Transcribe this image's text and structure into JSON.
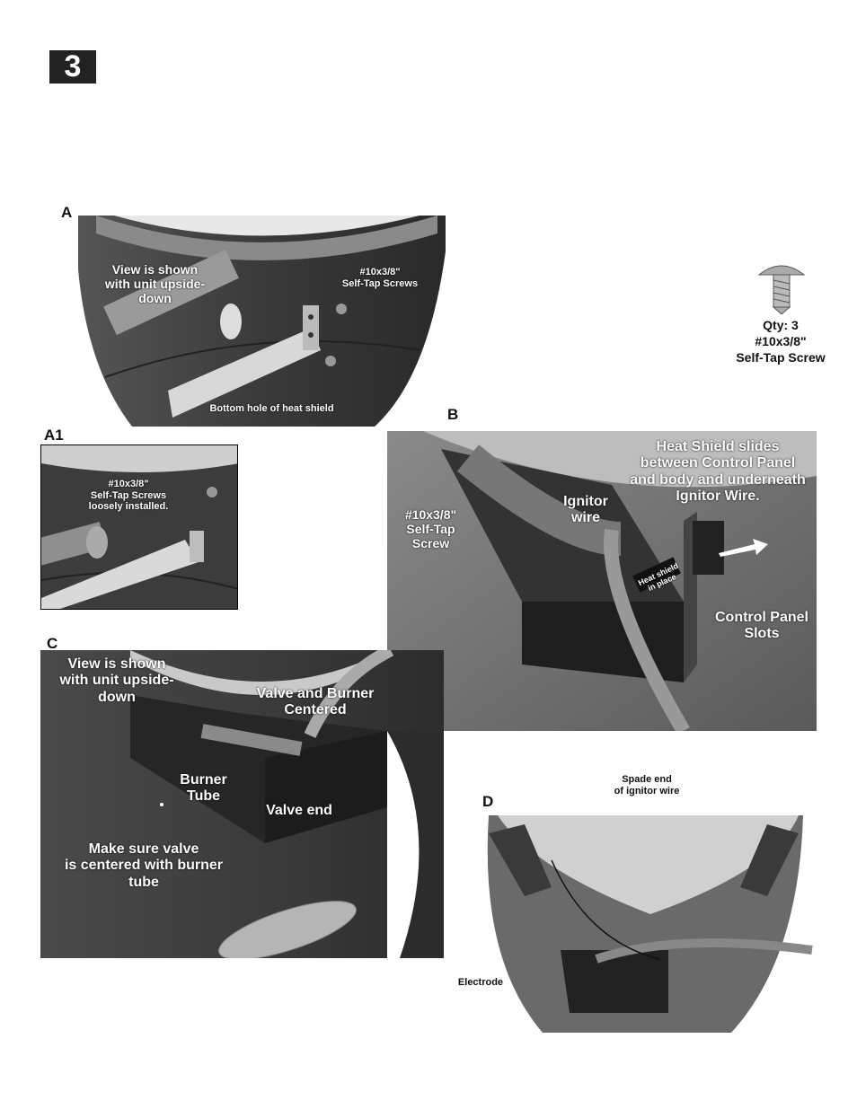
{
  "step": {
    "number": "3"
  },
  "panel_a": {
    "letter": "A",
    "note": "View is shown\nwith unit upside-down",
    "screws": "#10x3/8\"\nSelf-Tap Screws",
    "hole": "Bottom hole of heat shield"
  },
  "panel_a1": {
    "letter": "A1",
    "screws": "#10x3/8\"\nSelf-Tap Screws\nloosely installed."
  },
  "hardware": {
    "qty": "Qty: 3",
    "size": "#10x3/8\"",
    "name": "Self-Tap Screw"
  },
  "panel_b": {
    "letter": "B",
    "heat_shield": "Heat Shield slides\nbetween Control Panel\nand body and underneath\nIgnitor Wire.",
    "ignitor": "Ignitor\nwire",
    "screw": "#10x3/8\"\nSelf-Tap Screw",
    "shield_tag": "Heat shield\nin place",
    "slots": "Control Panel\nSlots"
  },
  "panel_c": {
    "letter": "C",
    "note": "View is shown\nwith unit upside-down",
    "valve_burner": "Valve and Burner\nCentered",
    "burner_tube": "Burner Tube",
    "valve_end": "Valve end",
    "make_sure": "Make sure valve\nis centered with burner tube"
  },
  "panel_d": {
    "letter": "D",
    "spade": "Spade end\nof ignitor wire",
    "electrode": "Electrode"
  }
}
